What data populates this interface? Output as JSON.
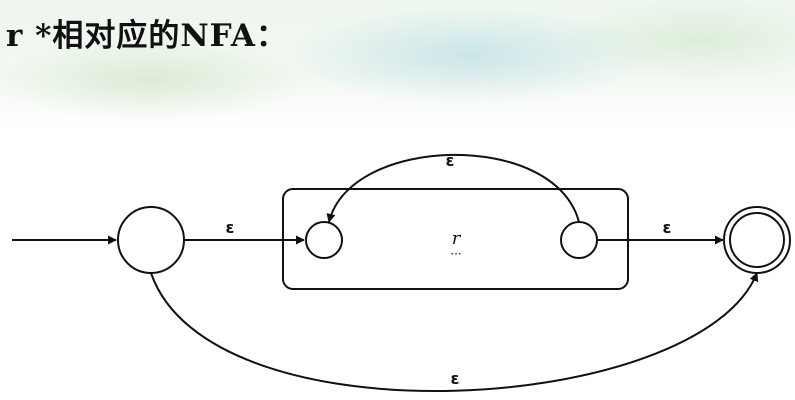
{
  "title": "r *相对应的NFA：",
  "diagram": {
    "epsilon_top": "ε",
    "epsilon_entry": "ε",
    "epsilon_exit": "ε",
    "epsilon_bottom": "ε",
    "inner_label": "r"
  }
}
